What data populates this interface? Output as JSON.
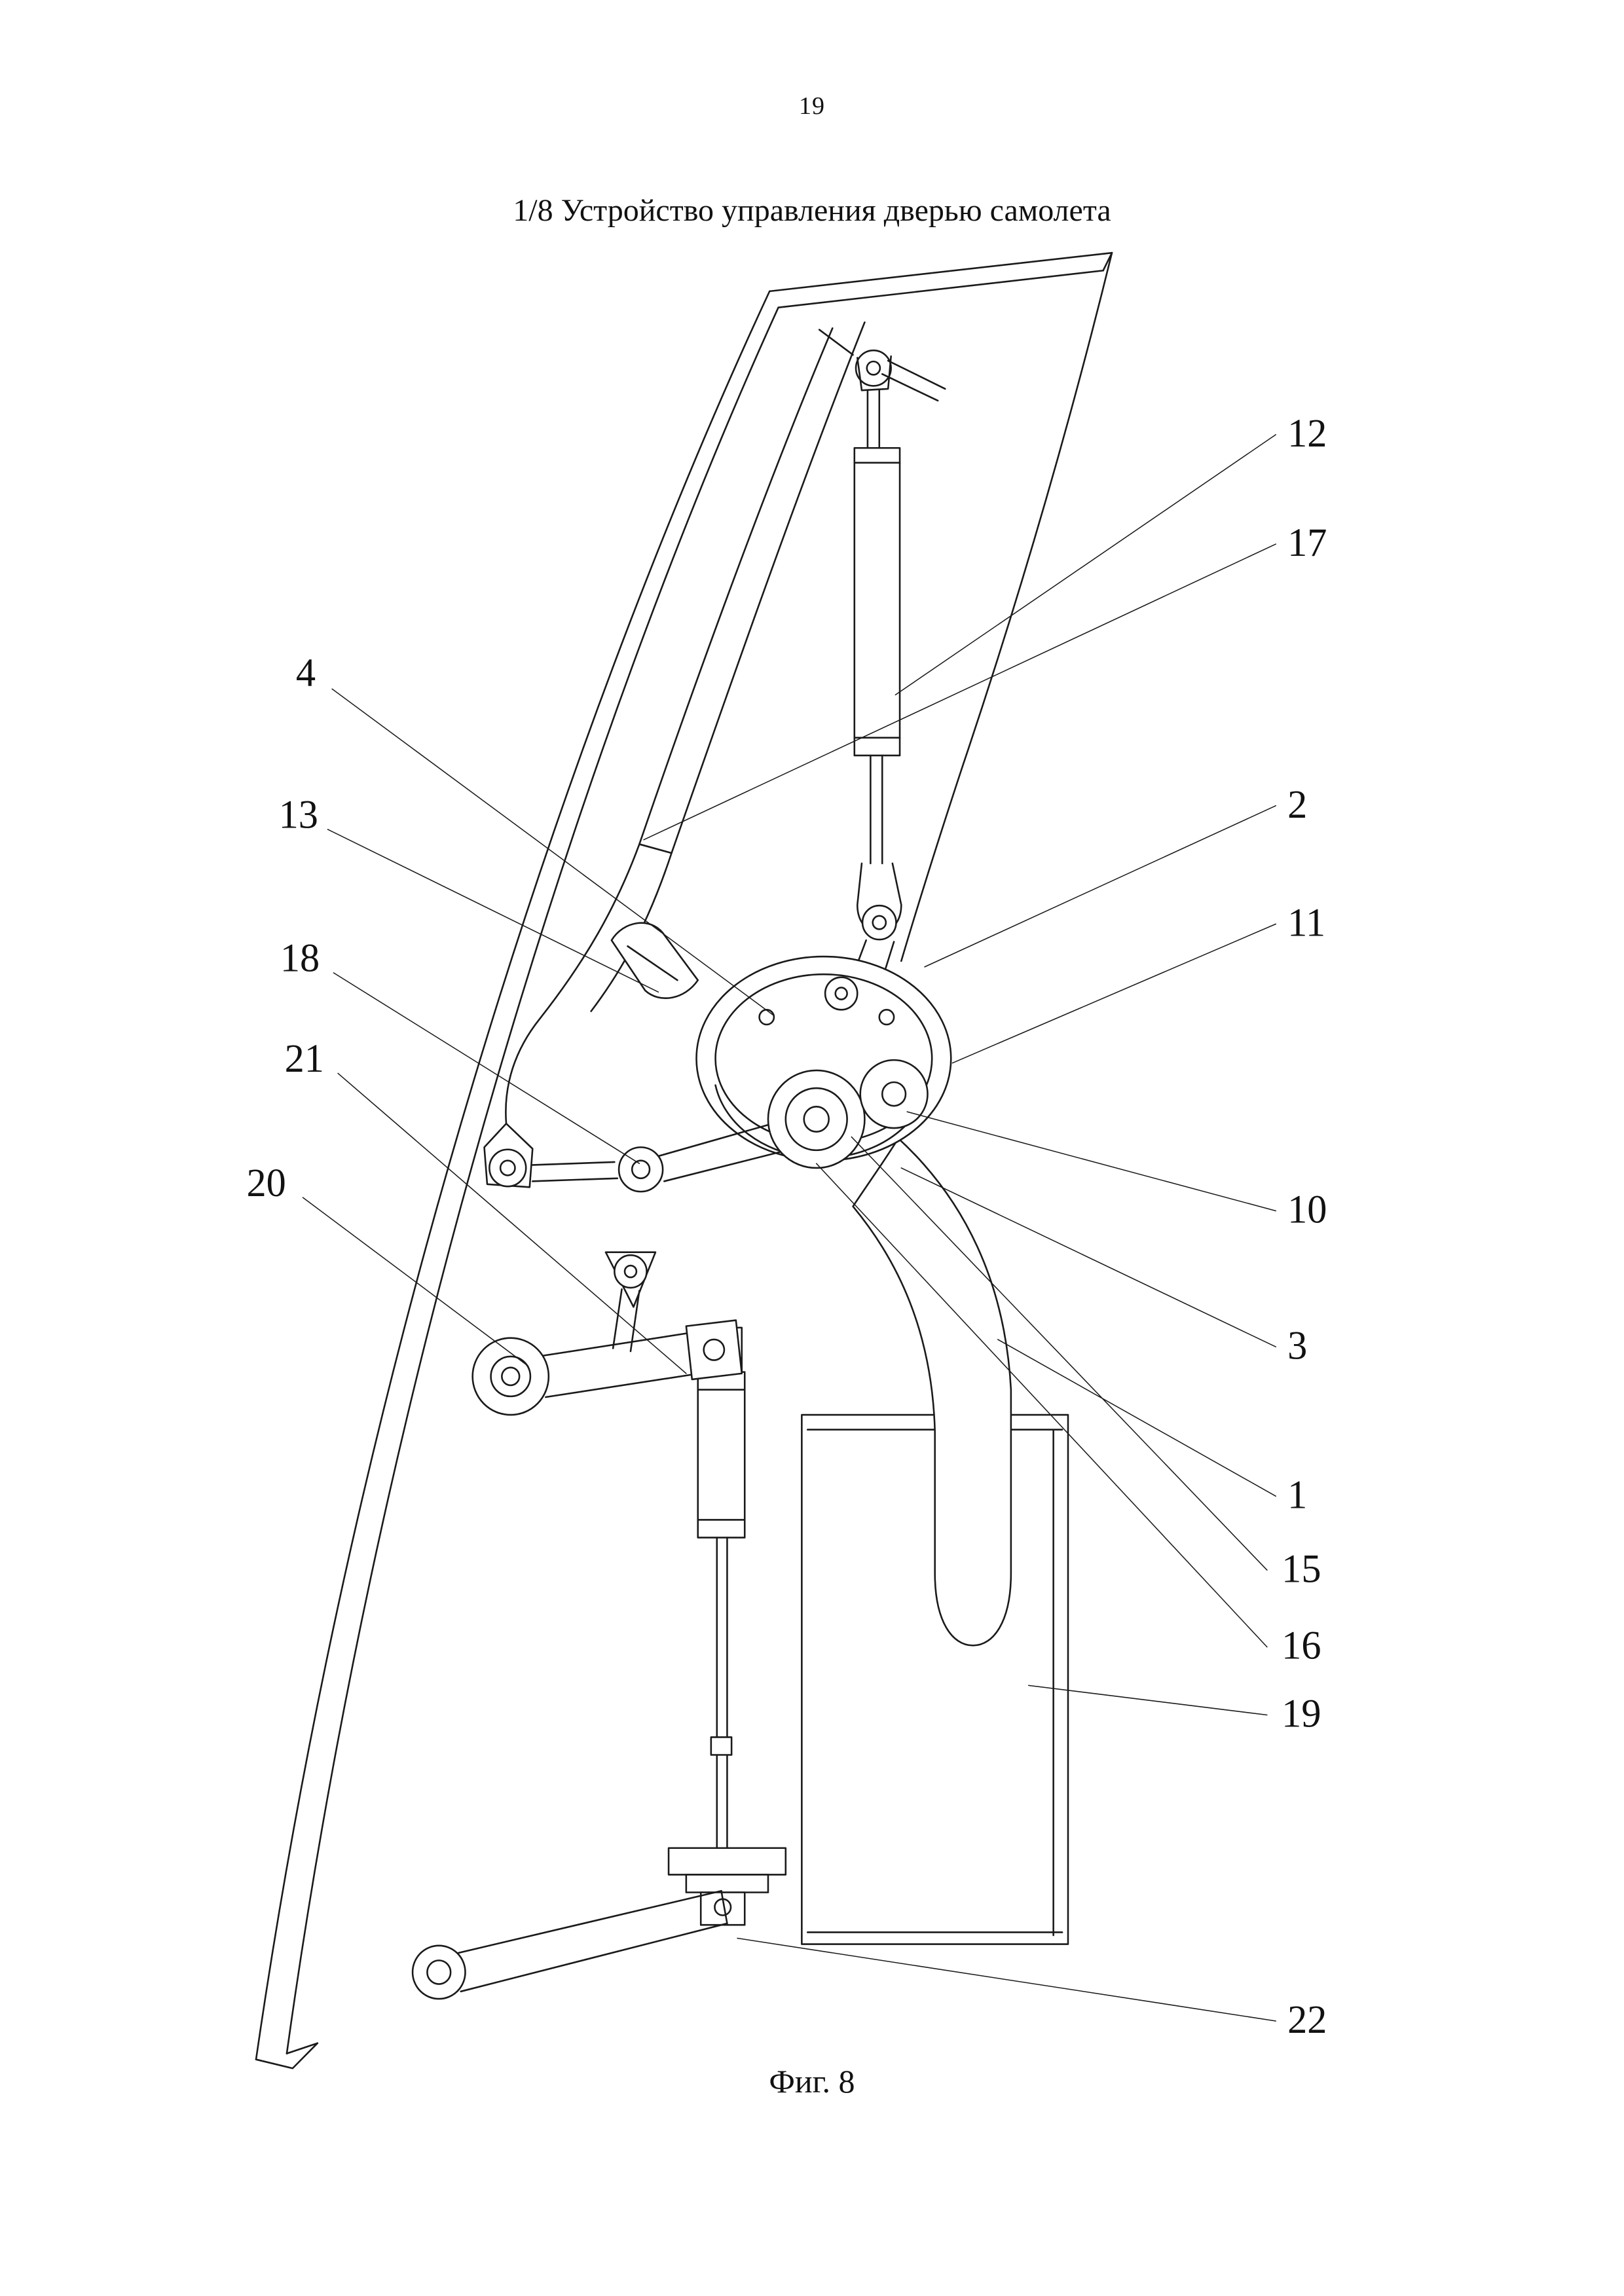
{
  "page": {
    "number": "19",
    "title": "1/8 Устройство управления дверью самолета",
    "caption": "Фиг. 8"
  },
  "colors": {
    "ink": "#1a1a1a",
    "background": "#ffffff"
  },
  "figure": {
    "callouts": {
      "c4": "4",
      "c13": "13",
      "c18": "18",
      "c21": "21",
      "c20": "20",
      "c12": "12",
      "c17": "17",
      "c2": "2",
      "c11": "11",
      "c10": "10",
      "c3": "3",
      "c1": "1",
      "c15": "15",
      "c16": "16",
      "c19": "19",
      "c22": "22"
    }
  }
}
